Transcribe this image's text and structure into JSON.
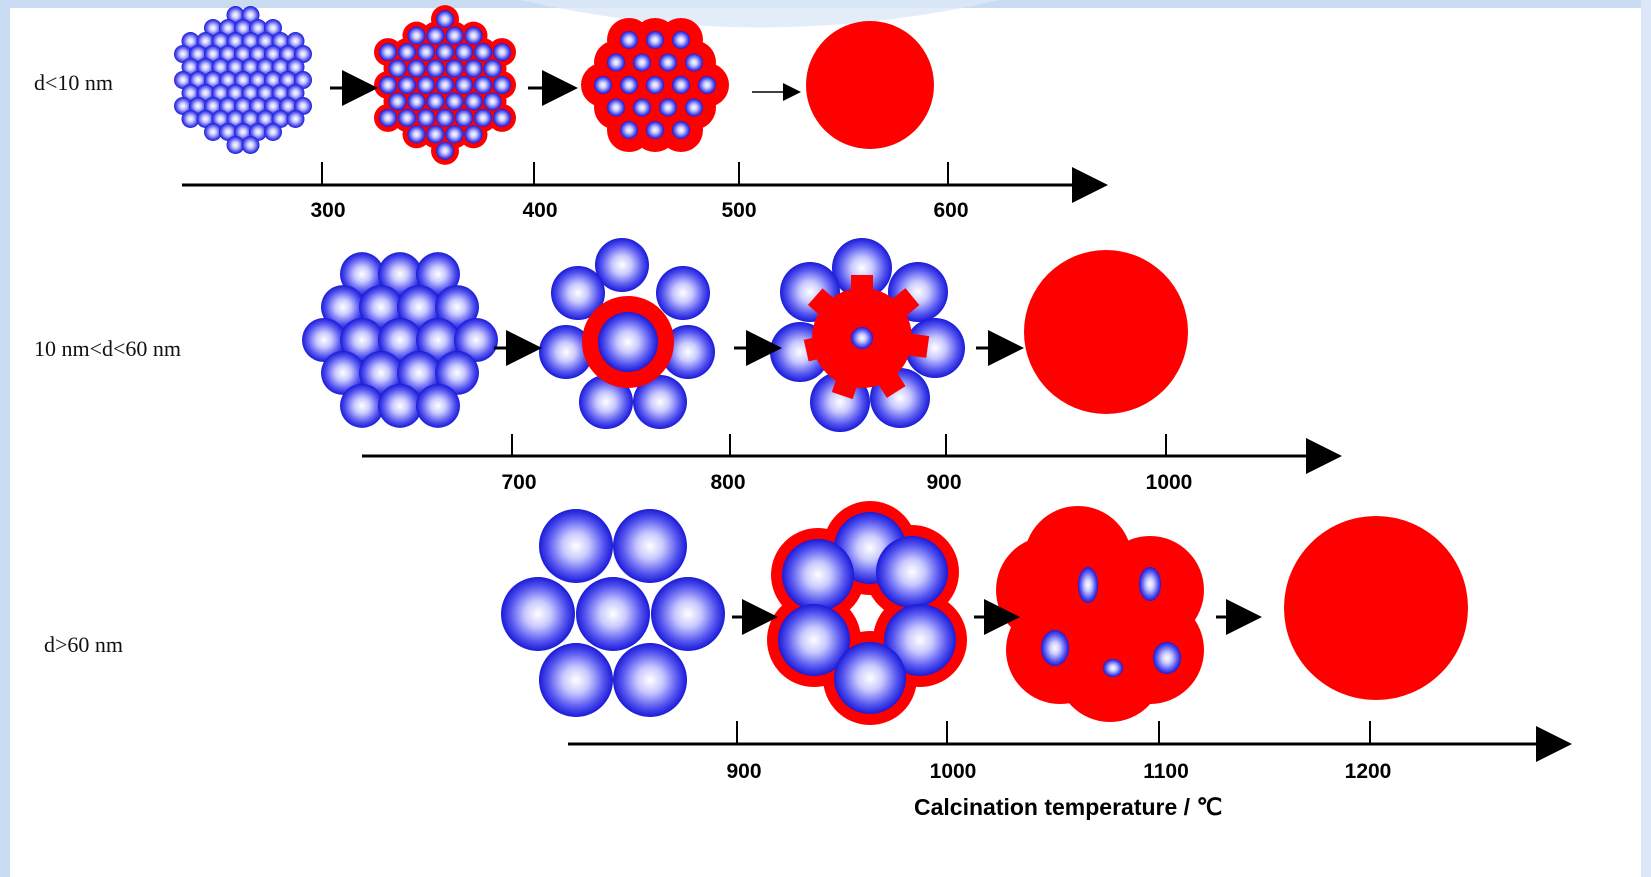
{
  "colors": {
    "frame": "#c9dcf2",
    "sphere_core": "#ffffff",
    "sphere_edge": "#1a1ad8",
    "sintered": "#ff0000",
    "axis": "#000000"
  },
  "rows": [
    {
      "label": "d<10 nm",
      "ticks": [
        "300",
        "400",
        "500",
        "600"
      ],
      "stages": [
        "fine-particle-cluster",
        "neck-formation",
        "interparticle-pores",
        "dense-sphere"
      ]
    },
    {
      "label": "10 nm<d<60 nm",
      "ticks": [
        "700",
        "800",
        "900",
        "1000"
      ],
      "stages": [
        "medium-particle-cluster",
        "neck-formation",
        "interparticle-pores",
        "dense-sphere"
      ]
    },
    {
      "label": "d>60 nm",
      "ticks": [
        "900",
        "1000",
        "1100",
        "1200"
      ],
      "stages": [
        "large-particle-cluster",
        "neck-formation",
        "interparticle-pores",
        "dense-sphere"
      ]
    }
  ],
  "axis_title": "Calcination temperature / ℃"
}
